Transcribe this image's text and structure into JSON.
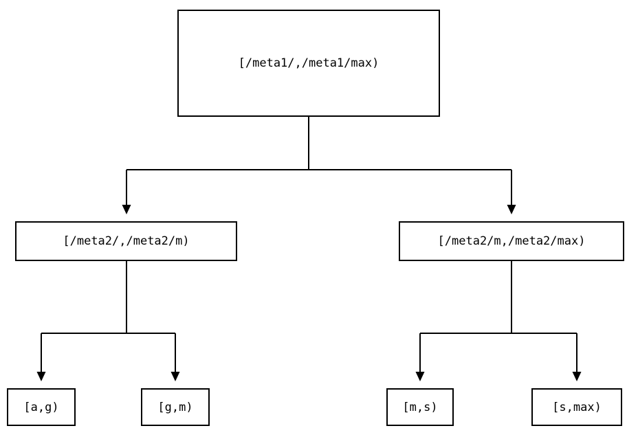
{
  "diagram": {
    "type": "interval-partition-tree",
    "root": {
      "label": "[/meta1/,/meta1/max)"
    },
    "level2": [
      {
        "label": "[/meta2/,/meta2/m)"
      },
      {
        "label": "[/meta2/m,/meta2/max)"
      }
    ],
    "leaves": [
      {
        "label": "[a,g)"
      },
      {
        "label": "[g,m)"
      },
      {
        "label": "[m,s)"
      },
      {
        "label": "[s,max)"
      }
    ]
  }
}
